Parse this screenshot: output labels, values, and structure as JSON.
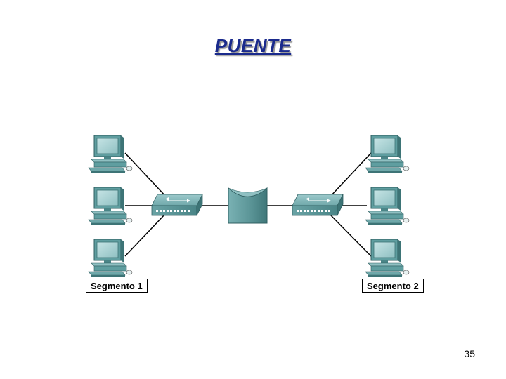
{
  "title": "PUENTE",
  "segments": [
    {
      "label": "Segmento 1"
    },
    {
      "label": "Segmento 2"
    }
  ],
  "page_number": "35",
  "icons": {
    "computer": "computer-icon",
    "hub": "hub-icon",
    "bridge": "bridge-icon"
  },
  "colors": {
    "title": "#1a2a8c",
    "device_teal": "#5f9ea0",
    "device_dark": "#3d7476",
    "screen": "#a8d4d6"
  }
}
